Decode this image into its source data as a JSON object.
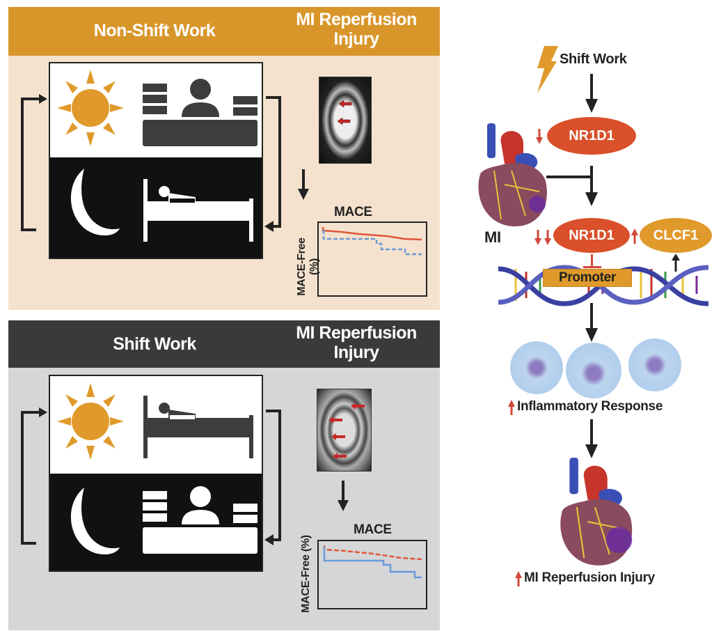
{
  "top_panel": {
    "title": "Non-Shift Work",
    "outcome_title_line1": "MI Reperfusion",
    "outcome_title_line2": "Injury",
    "mace_label": "MACE",
    "y_axis_label": "MACE-Free (%)"
  },
  "bottom_panel": {
    "title": "Shift Work",
    "outcome_title_line1": "MI Reperfusion",
    "outcome_title_line2": "Injury",
    "mace_label": "MACE",
    "y_axis_label": "MACE-Free (%)"
  },
  "pathway": {
    "trigger": "Shift Work",
    "nr1d1_top": "NR1D1",
    "mi_label": "MI",
    "nr1d1_bottom": "NR1D1",
    "clcf1": "CLCF1",
    "promoter": "Promoter",
    "inflammatory": "Inflammatory Response",
    "outcome": "MI Reperfusion Injury"
  },
  "colors": {
    "orange_header": "#D8962A",
    "peach_bg": "#F5E2CE",
    "dark_header": "#3A3A3A",
    "gray_bg": "#D5D6D8",
    "nr1d1": "#D9502A",
    "clcf1": "#E09A2B",
    "red_arrow": "#D2473A",
    "curve_red": "#E0553A",
    "curve_blue": "#6A9AD8"
  }
}
